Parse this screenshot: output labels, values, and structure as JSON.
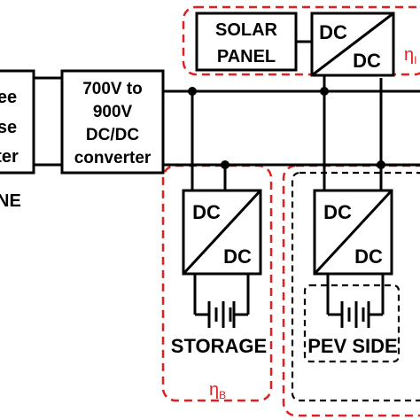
{
  "left_block": {
    "line1": "ee",
    "line2": "se",
    "line3": "ter"
  },
  "line_label": "NE",
  "converter": {
    "line1": "700V to",
    "line2": "900V",
    "line3": "DC/DC",
    "line4": "converter"
  },
  "solar": {
    "line1": "SOLAR",
    "line2": "PANEL"
  },
  "dcdc_labels": {
    "top": "DC",
    "bottom": "DC"
  },
  "storage_label": "STORAGE",
  "pev_label": "PEV SIDE",
  "eta_solar": {
    "symbol": "η",
    "sub": "I"
  },
  "eta_storage": {
    "symbol": "η",
    "sub": "B"
  }
}
